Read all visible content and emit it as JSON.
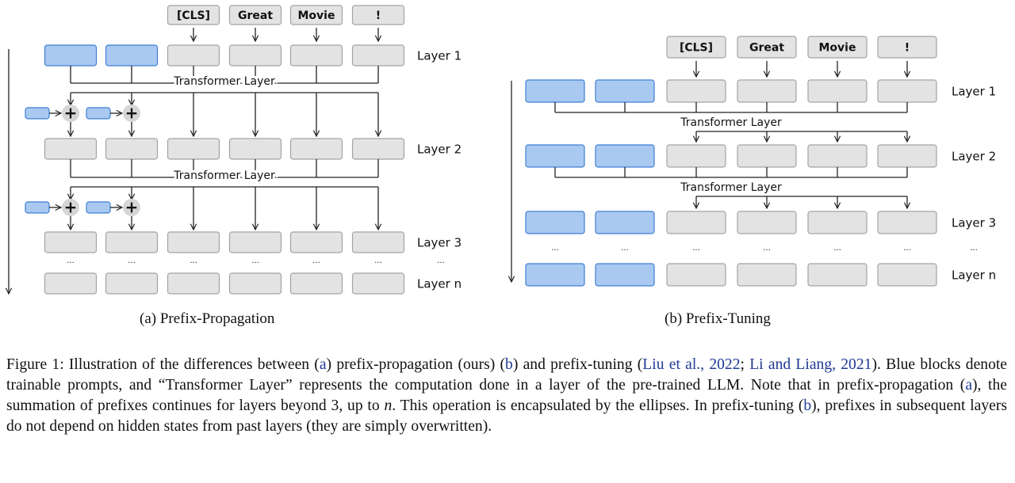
{
  "tokens": [
    "[CLS]",
    "Great",
    "Movie",
    "!"
  ],
  "transformer_label": "Transformer Layer",
  "ellipsis": "...",
  "colors": {
    "prefix_fill": "#a9c9f1",
    "prefix_stroke": "#3f7fd4",
    "token_fill": "#e3e3e3",
    "token_stroke": "#a3a3a3",
    "plus_fill": "#d6d6d6",
    "link": "#1f3a93"
  },
  "panel_a": {
    "caption": "(a) Prefix-Propagation",
    "layer_labels": [
      "Layer 1",
      "Layer 2",
      "Layer 3",
      "Layer n"
    ],
    "plus_symbol": "+"
  },
  "panel_b": {
    "caption": "(b) Prefix-Tuning",
    "layer_labels": [
      "Layer 1",
      "Layer 2",
      "Layer 3",
      "Layer n"
    ]
  },
  "figure_caption": {
    "p1": "Figure 1: Illustration of the differences between (",
    "ref_a": "a",
    "p2": ") prefix-propagation (ours) (",
    "ref_b": "b",
    "p3": ") and prefix-tuning (",
    "cite1": "Liu et al., 2022",
    "p4": "; ",
    "cite2": "Li and Liang, 2021",
    "p5": "). Blue blocks denote trainable prompts, and “Transformer Layer” represents the computation done in a layer of the pre-trained LLM. Note that in prefix-propagation (",
    "ref_a2": "a",
    "p6": "), the summation of prefixes continues for layers beyond 3, up to ",
    "math_n": "n",
    "p7": ". This operation is encapsulated by the ellipses. In prefix-tuning (",
    "ref_b2": "b",
    "p8": "), prefixes in subsequent layers do not depend on hidden states from past layers (they are simply overwritten)."
  }
}
